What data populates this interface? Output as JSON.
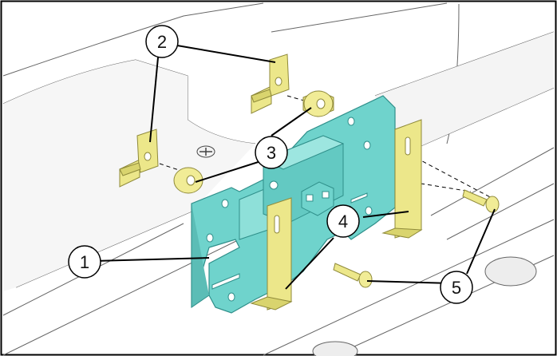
{
  "callouts": [
    {
      "id": "1",
      "label": "1"
    },
    {
      "id": "2",
      "label": "2"
    },
    {
      "id": "3",
      "label": "3"
    },
    {
      "id": "4",
      "label": "4"
    },
    {
      "id": "5",
      "label": "5"
    }
  ],
  "colors": {
    "bracket_main": "#6fd3cc",
    "bracket_main_edge": "#3aa8a2",
    "clip_yellow": "#ece78a",
    "clip_yellow_edge": "#b8b25a",
    "background_line": "#555555",
    "callout_line": "#000000",
    "frame": "#000000"
  },
  "icons": {
    "bracket_1": "teal-mounting-bracket",
    "clip_2": "yellow-u-clip",
    "spacer_3": "yellow-spacer-bushing",
    "strap_4": "yellow-l-strap",
    "screw_5": "yellow-screw"
  }
}
